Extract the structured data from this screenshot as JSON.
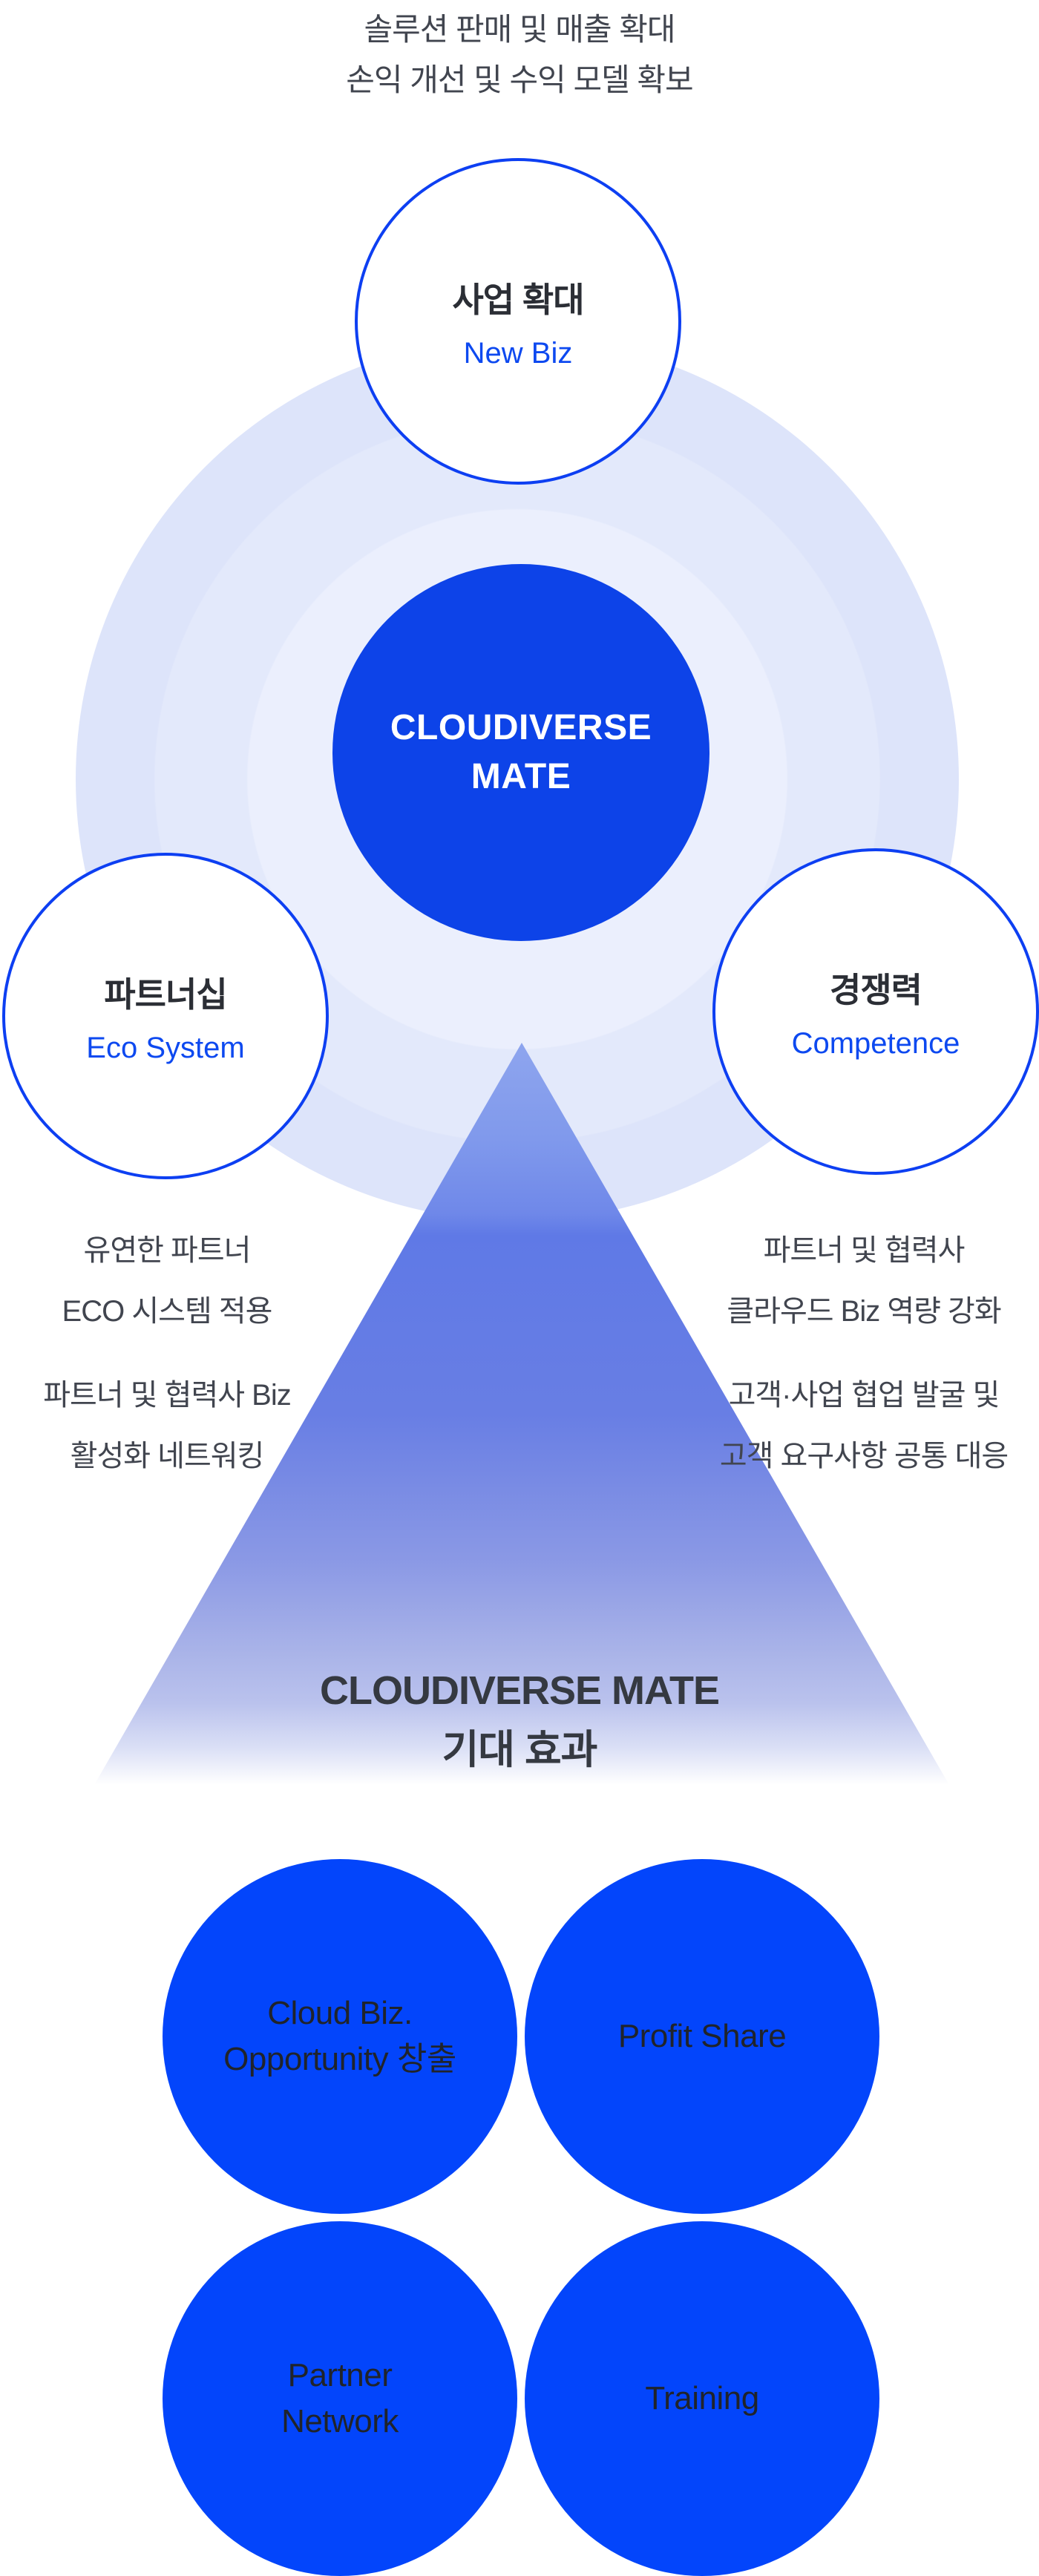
{
  "colors": {
    "primary_blue": "#0d43e8",
    "bright_blue": "#0345fb",
    "border_blue": "#0d3ff2",
    "accent_blue": "#0d49f0",
    "dark_text": "#2b2e35",
    "gray_text": "#41454f",
    "title_text": "#353941",
    "fx_text": "#20242b",
    "halo_inner": "#ebeffd",
    "halo_mid": "#e3e9fb",
    "halo_outer": "#dde4fa"
  },
  "header": {
    "line1": "솔루션 판매 및 매출 확대",
    "line2": "손익 개선 및 수익 모델 확보"
  },
  "center": {
    "line1": "CLOUDIVERSE",
    "line2": "MATE"
  },
  "satellites": [
    {
      "title": "사업 확대",
      "subtitle": "New Biz"
    },
    {
      "title": "파트너십",
      "subtitle": "Eco System"
    },
    {
      "title": "경쟁력",
      "subtitle": "Competence"
    }
  ],
  "side_notes": {
    "left": [
      [
        "유연한 파트너",
        "ECO 시스템 적용"
      ],
      [
        "파트너 및 협력사 Biz",
        "활성화 네트워킹"
      ]
    ],
    "right": [
      [
        "파트너 및 협력사",
        "클라우드 Biz 역량 강화"
      ],
      [
        "고객·사업 협업 발굴 및",
        "고객 요구사항 공통 대응"
      ]
    ]
  },
  "pyramid_title": {
    "line1": "CLOUDIVERSE MATE",
    "line2": "기대 효과"
  },
  "effects": [
    {
      "lines": [
        "Cloud Biz.",
        "Opportunity 창출"
      ]
    },
    {
      "lines": [
        "Profit Share"
      ]
    },
    {
      "lines": [
        "Partner",
        "Network"
      ]
    },
    {
      "lines": [
        "Training"
      ]
    }
  ]
}
